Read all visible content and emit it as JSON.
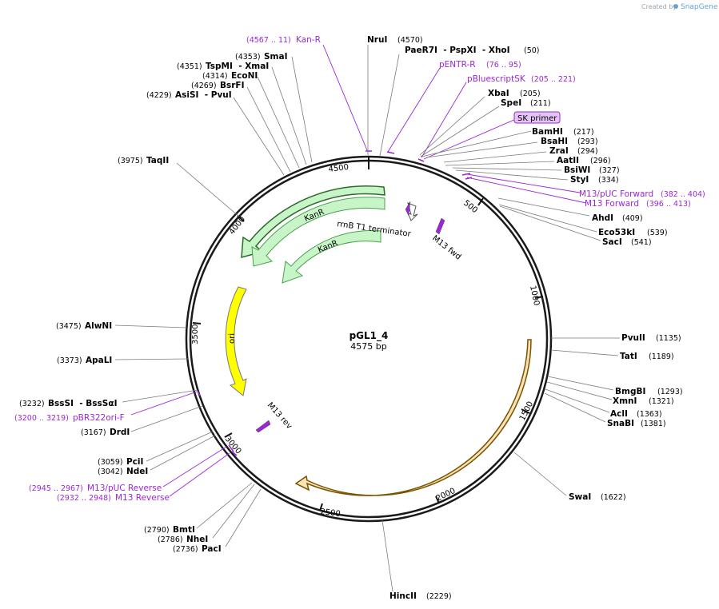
{
  "credit": {
    "prefix": "Created by",
    "brand": "SnapGene"
  },
  "plasmid": {
    "name": "pGL1_4",
    "length": "4575 bp"
  },
  "ticks": [
    "500",
    "1000",
    "1500",
    "2000",
    "2500",
    "3000",
    "3500",
    "4000",
    "4500"
  ],
  "enzymes": [
    {
      "name": "NruI",
      "pos": "(4570)"
    },
    {
      "name": "PaeR7I  - PspXI  - XhoI",
      "pos": "(50)"
    },
    {
      "name": "XbaI",
      "pos": "(205)"
    },
    {
      "name": "SpeI",
      "pos": "(211)"
    },
    {
      "name": "BamHI",
      "pos": "(217)"
    },
    {
      "name": "BsaHI",
      "pos": "(293)"
    },
    {
      "name": "ZraI",
      "pos": "(294)"
    },
    {
      "name": "AatII",
      "pos": "(296)"
    },
    {
      "name": "BsiWI",
      "pos": "(327)"
    },
    {
      "name": "StyI",
      "pos": "(334)"
    },
    {
      "name": "AhdI",
      "pos": "(409)"
    },
    {
      "name": "Eco53kI",
      "pos": "(539)"
    },
    {
      "name": "SacI",
      "pos": "(541)"
    },
    {
      "name": "PvuII",
      "pos": "(1135)"
    },
    {
      "name": "TatI",
      "pos": "(1189)"
    },
    {
      "name": "BmgBI",
      "pos": "(1293)"
    },
    {
      "name": "XmnI",
      "pos": "(1321)"
    },
    {
      "name": "AclI",
      "pos": "(1363)"
    },
    {
      "name": "SnaBI",
      "pos": "(1381)"
    },
    {
      "name": "SwaI",
      "pos": "(1622)"
    },
    {
      "name": "HincII",
      "pos": "(2229)"
    },
    {
      "name": "PacI",
      "pos": "(2736)"
    },
    {
      "name": "NheI",
      "pos": "(2786)"
    },
    {
      "name": "BmtI",
      "pos": "(2790)"
    },
    {
      "name": "NdeI",
      "pos": "(3042)"
    },
    {
      "name": "PciI",
      "pos": "(3059)"
    },
    {
      "name": "DrdI",
      "pos": "(3167)"
    },
    {
      "name": "BssSI  - BssSαI",
      "pos": "(3232)"
    },
    {
      "name": "ApaLI",
      "pos": "(3373)"
    },
    {
      "name": "AlwNI",
      "pos": "(3475)"
    },
    {
      "name": "TaqII",
      "pos": "(3975)"
    },
    {
      "name": "AsiSI  - PvuI",
      "pos": "(4229)"
    },
    {
      "name": "BsrFI",
      "pos": "(4269)"
    },
    {
      "name": "EcoNI",
      "pos": "(4314)"
    },
    {
      "name": "TspMI  - XmaI",
      "pos": "(4351)"
    },
    {
      "name": "SmaI",
      "pos": "(4353)"
    }
  ],
  "primers": [
    {
      "name": "Kan-R",
      "range": "(4567 .. 11)"
    },
    {
      "name": "pENTR-R",
      "range": "(76 .. 95)"
    },
    {
      "name": "pBluescriptSK",
      "range": "(205 .. 221)"
    },
    {
      "name": "SK primer",
      "range": ""
    },
    {
      "name": "M13/pUC Forward",
      "range": "(382 .. 404)"
    },
    {
      "name": "M13 Forward",
      "range": "(396 .. 413)"
    },
    {
      "name": "pBR322ori-F",
      "range": "(3200 .. 3219)"
    },
    {
      "name": "M13/pUC Reverse",
      "range": "(2945 .. 2967)"
    },
    {
      "name": "M13 Reverse",
      "range": "(2932 .. 2948)"
    }
  ],
  "features": [
    {
      "name": "KanR",
      "color": "#c8f5c8"
    },
    {
      "name": "KanR",
      "color": "#c8f5c8"
    },
    {
      "name": "rrnB T1 terminator",
      "color": "#ffffff"
    },
    {
      "name": "M13 fwd",
      "color": "#9b27d6"
    },
    {
      "name": "M13 rev",
      "color": "#9b27d6"
    },
    {
      "name": "ori",
      "color": "#ffff00"
    },
    {
      "name": "",
      "color": "#fbe3b5"
    }
  ]
}
